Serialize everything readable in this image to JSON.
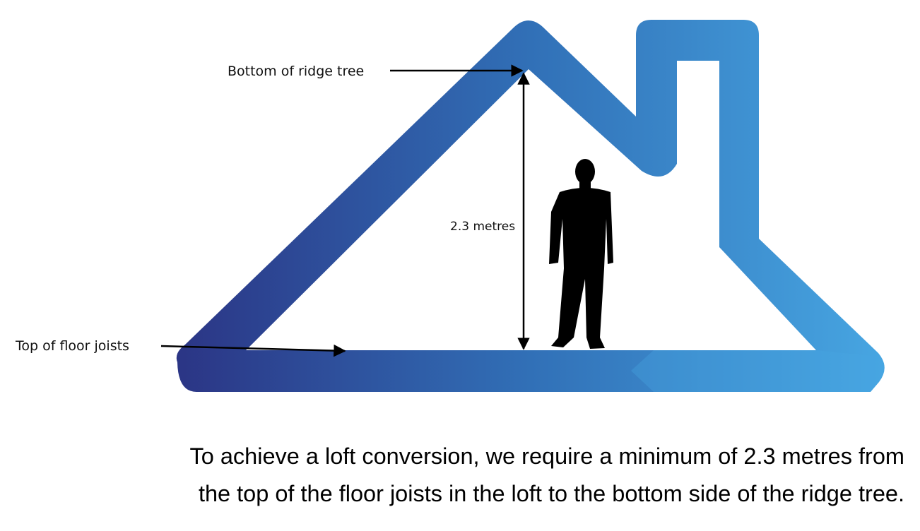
{
  "labels": {
    "ridge": "Bottom of ridge tree",
    "joists": "Top of floor joists",
    "height": "2.3 metres"
  },
  "caption": {
    "line1": "To achieve a loft conversion, we require a minimum of 2.3 metres from",
    "line2": "the top of the floor joists in the loft to the bottom side of the ridge tree."
  },
  "colors": {
    "gradient_start": "#2b3585",
    "gradient_mid": "#3170b7",
    "gradient_end": "#47a6e2",
    "annotation": "#000000"
  },
  "icons": {
    "figure": "person-silhouette"
  }
}
